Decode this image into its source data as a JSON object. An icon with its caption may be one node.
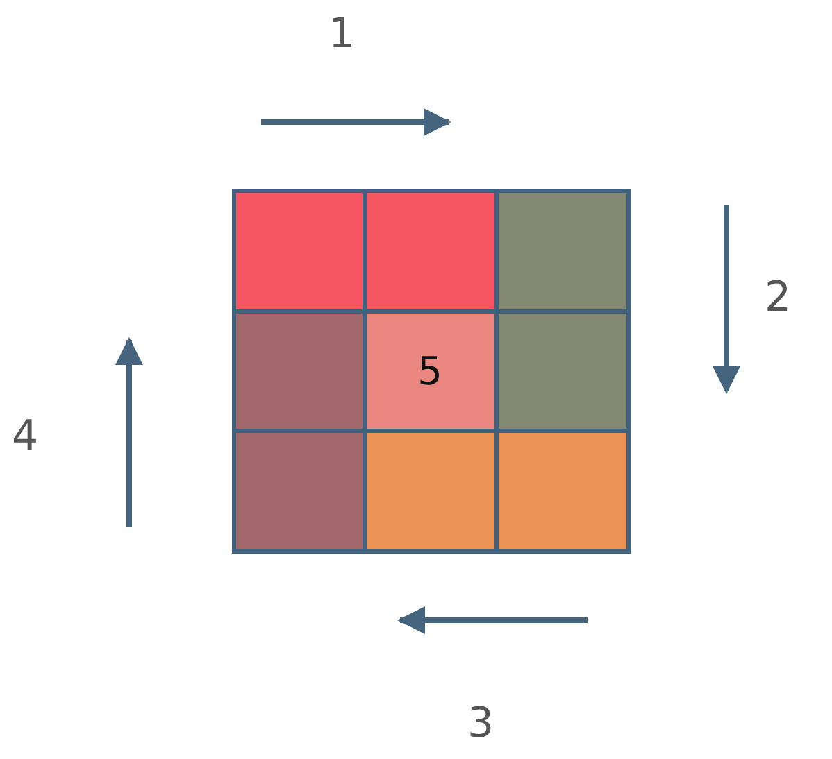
{
  "diagram": {
    "nodes": [
      {
        "text": [],
        "shape": "box"
      },
      {
        "text": [],
        "shape": "box"
      },
      {
        "text": [],
        "shape": "box"
      },
      {
        "text": [],
        "shape": "box"
      },
      {
        "text": [
          "5"
        ]
      },
      {
        "text": [],
        "shape": "box"
      },
      {
        "text": [],
        "shape": "box"
      },
      {
        "text": [],
        "shape": "box"
      },
      {
        "text": [],
        "shape": "box"
      }
    ],
    "labels": [
      "1",
      "2",
      "4",
      "3"
    ]
  }
}
